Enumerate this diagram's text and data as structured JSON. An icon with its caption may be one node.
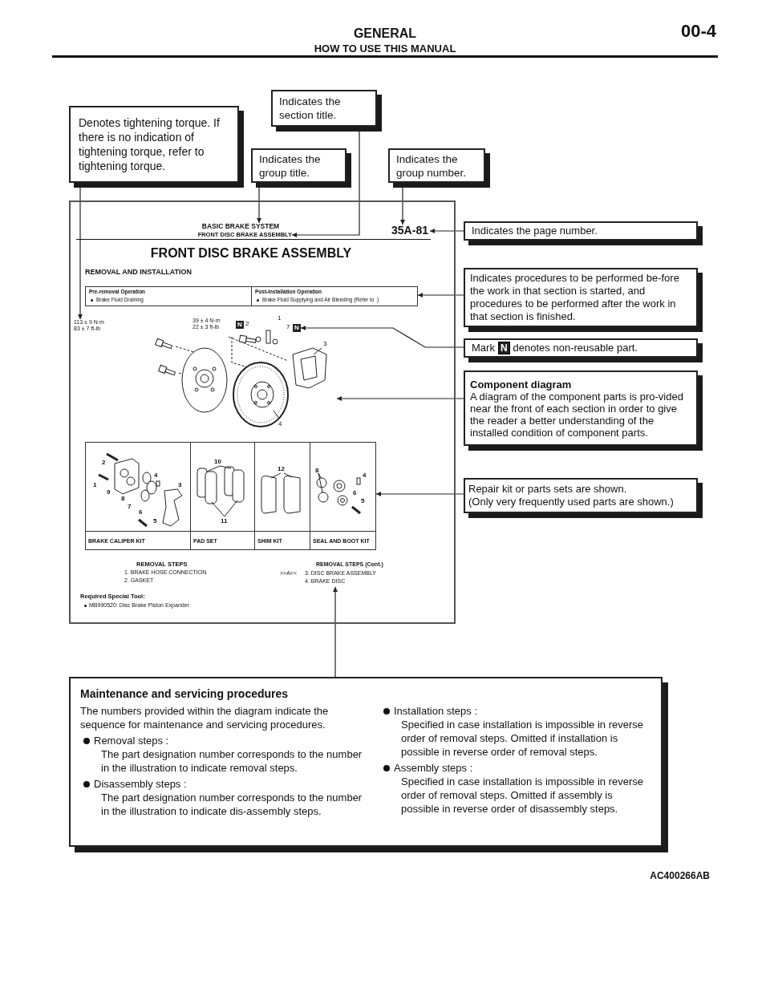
{
  "diagram": {
    "title": "GENERAL",
    "nodes": [
      {
        "text": [
          "Denotes tightening torque. If there is no indication of tightening torque, refer to tightening torque."
        ]
      },
      {
        "text": [
          "Indicates the section title."
        ]
      },
      {
        "text": [
          "Indicates the group title."
        ]
      },
      {
        "text": [
          "Indicates the group number."
        ]
      },
      {
        "text": [
          "Indicates the page number."
        ]
      },
      {
        "text": [
          "Indicates procedures to be performed be-fore the work in that section is started, and procedures to be performed after the work in that section is finished."
        ]
      },
      {
        "text": [
          "Mark",
          "N",
          "denotes non-reusable part."
        ]
      },
      {
        "text": [
          "Component diagram",
          "A diagram of the component parts is pro-vided near the front of each section in order to give the reader a better understanding of the installed condition of component parts."
        ]
      },
      {
        "text": [
          "Repair kit or parts sets are shown.",
          "(Only very frequently used parts are shown.)"
        ]
      },
      {
        "text": [
          "Maintenance and servicing procedures",
          "The numbers provided within the diagram indicate the sequence for maintenance and servicing procedures.",
          "Removal steps :",
          "The part designation number corresponds to the number in the illustration to indicate removal steps.",
          "Disassembly steps :",
          "The part designation number corresponds to the number in the illustration to indicate dis-assembly steps.",
          "Installation steps :",
          "Specified in case installation is impossible in reverse order of removal steps. Omitted if installation is possible in reverse order of removal steps.",
          "Assembly steps :",
          "Specified in case installation is impossible in reverse order of removal steps. Omitted if assembly is possible in reverse order of disassembly steps."
        ]
      },
      {
        "text": [],
        "shape": "box"
      },
      {
        "text": [
          "BASIC BRAKE SYSTEM"
        ],
        "in": 10
      },
      {
        "text": [
          "FRONT DISC BRAKE ASSEMBLY"
        ],
        "in": 10
      },
      {
        "text": [
          "35A-81"
        ],
        "in": 10
      },
      {
        "text": [
          "113 ± 9 N·m 83 ± 7 ft-lb"
        ],
        "in": 10
      },
      {
        "text": [
          "Pre-removal Operation",
          "Brake Fluid Draining",
          "Post-installation Operation",
          "Brake Fluid Supplying and Air Bleeding (Refer to .)"
        ],
        "in": 10
      },
      {
        "text": [
          "N"
        ],
        "in": 10
      },
      {
        "text": [],
        "shape": "picture",
        "in": 10
      },
      {
        "text": [
          "BRAKE CALIPER KIT",
          "PAD SET",
          "SHIM KIT",
          "SEAL AND BOOT KIT"
        ],
        "in": 10
      },
      {
        "text": [
          "REMOVAL STEPS (Cont.)",
          ">>A<<",
          "3. DISC BRAKE ASSEMBLY",
          "4. BRAKE DISC"
        ],
        "in": 10
      }
    ],
    "edges": [
      {
        "from": 0,
        "to": 14,
        "arrow": "to"
      },
      {
        "from": 2,
        "to": 11,
        "arrow": "to"
      },
      {
        "from": 1,
        "to": 12,
        "arrow": "to"
      },
      {
        "from": 3,
        "to": 13,
        "arrow": "to"
      },
      {
        "from": 4,
        "to": 13,
        "arrow": "to"
      },
      {
        "from": 5,
        "to": 15,
        "arrow": "to"
      },
      {
        "from": 6,
        "to": 16,
        "arrow": "to"
      },
      {
        "from": 7,
        "to": 17,
        "arrow": "to"
      },
      {
        "from": 8,
        "to": 18,
        "arrow": "to"
      },
      {
        "from": 9,
        "to": 19,
        "arrow": "to"
      }
    ],
    "labels": [
      "HOW TO USE THIS MANUAL",
      "00-4",
      "FRONT DISC BRAKE ASSEMBLY",
      "REMOVAL AND INSTALLATION",
      "39 ± 4 N·m 22 ± 3 ft-lb",
      "N",
      "2",
      "1",
      "7",
      "3",
      "4",
      "2",
      "1",
      "9",
      "8",
      "7",
      "6",
      "5",
      "4",
      "3",
      "10",
      "11",
      "12",
      "8",
      "4",
      "6",
      "5",
      "REMOVAL STEPS",
      "1. BRAKE HOSE CONNECTION",
      "2. GASKET",
      "Required Special Tool:",
      "MB990520: Disc Brake Piston Expander",
      "AC400266AB"
    ]
  }
}
